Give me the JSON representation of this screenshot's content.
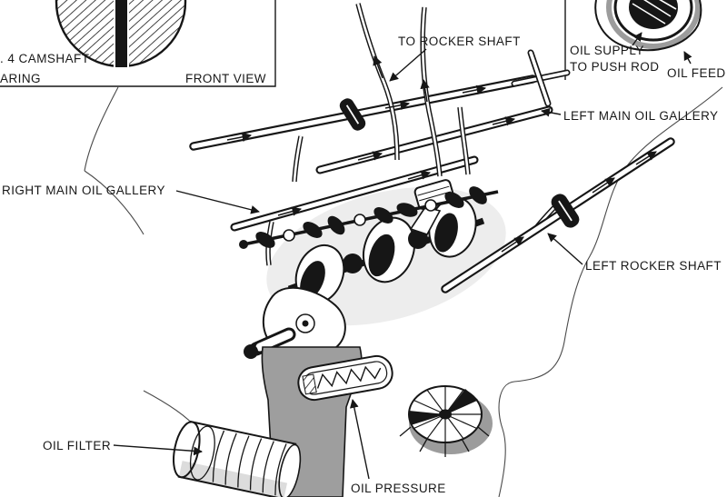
{
  "palette": {
    "background": "#ffffff",
    "ink": "#161616",
    "shade": "#9c9c9c"
  },
  "labels": {
    "camshaft_bearing_line1": ". 4 CAMSHAFT",
    "camshaft_bearing_line2": "ARING",
    "front_view": "FRONT VIEW",
    "to_rocker_shaft": "TO ROCKER SHAFT",
    "oil_supply_line1": "OIL SUPPLY",
    "oil_supply_line2": "TO PUSH ROD",
    "oil_feed": "OIL FEED",
    "left_main_oil_gallery": "LEFT MAIN OIL GALLERY",
    "right_main_oil_gallery": "RIGHT MAIN OIL GALLERY",
    "left_rocker_shaft": "LEFT ROCKER SHAFT",
    "oil_filter": "OIL FILTER",
    "oil_pressure": "OIL PRESSURE"
  }
}
